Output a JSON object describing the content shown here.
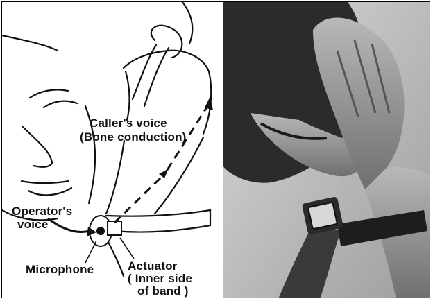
{
  "labels": {
    "callers_voice": "Caller's voice",
    "bone_conduction": "(Bone conduction)",
    "operators": "Operator's",
    "voice": "voice",
    "microphone": "Microphone",
    "actuator": "Actuator",
    "inner_side": "( Inner side",
    "of_band": "of band )"
  },
  "colors": {
    "ink": "#111111",
    "photo_bg": "#bdbdbd",
    "skin": "#9a9a9a",
    "shadow": "#3a3a3a"
  }
}
